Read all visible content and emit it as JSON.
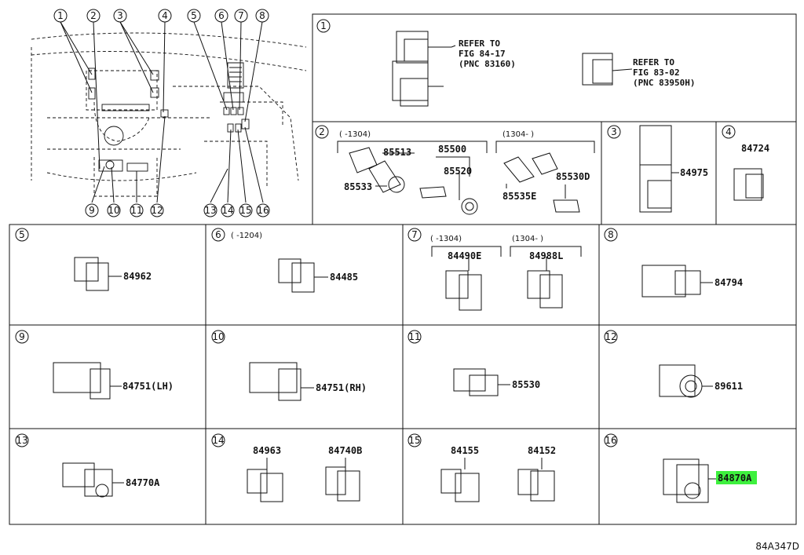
{
  "diagram_code": "84A347D",
  "callouts_overview": {
    "top": [
      "1",
      "2",
      "3",
      "4",
      "5",
      "6",
      "7",
      "8"
    ],
    "bottom": [
      "9",
      "10",
      "11",
      "12",
      "13",
      "14",
      "15",
      "16"
    ]
  },
  "panel1": {
    "num": "1",
    "ref_a": [
      "REFER TO",
      "FIG 84-17",
      "(PNC 83160)"
    ],
    "ref_b": [
      "REFER TO",
      "FIG 83-02",
      "(PNC 83950H)"
    ]
  },
  "panel2": {
    "num": "2",
    "date_left": "(     -1304)",
    "date_right": "(1304-     )",
    "parts": [
      "85513",
      "85500",
      "85520",
      "85533",
      "85535E",
      "85530D"
    ]
  },
  "panel3": {
    "num": "3",
    "part": "84975"
  },
  "panel4": {
    "num": "4",
    "part": "84724"
  },
  "panel5": {
    "num": "5",
    "part": "84962"
  },
  "panel6": {
    "num": "6",
    "date": "(     -1204)",
    "part": "84485"
  },
  "panel7": {
    "num": "7",
    "date_left": "(     -1304)",
    "date_right": "(1304-     )",
    "part_left": "84490E",
    "part_right": "84988L"
  },
  "panel8": {
    "num": "8",
    "part": "84794"
  },
  "panel9": {
    "num": "9",
    "part": "84751(LH)"
  },
  "panel10": {
    "num": "10",
    "part": "84751(RH)"
  },
  "panel11": {
    "num": "11",
    "part": "85530"
  },
  "panel12": {
    "num": "12",
    "part": "89611"
  },
  "panel13": {
    "num": "13",
    "part": "84770A"
  },
  "panel14": {
    "num": "14",
    "part_left": "84963",
    "part_right": "84740B"
  },
  "panel15": {
    "num": "15",
    "part_left": "84155",
    "part_right": "84152"
  },
  "panel16": {
    "num": "16",
    "part": "84870A"
  },
  "colors": {
    "highlight": "#3ef03e",
    "line": "#111111"
  }
}
